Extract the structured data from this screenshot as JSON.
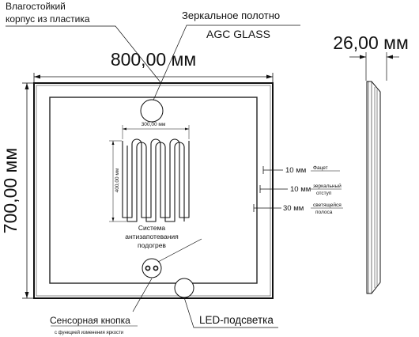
{
  "callouts": {
    "housing_line1": "Влагостойкий",
    "housing_line2": "корпус из пластика",
    "mirror_title": "Зеркальное  полотно",
    "mirror_glass": "AGC GLASS",
    "antifog_line1": "Система",
    "antifog_line2": "антизапотевания",
    "antifog_line3": "подогрев",
    "touch_button": "Сенсорная кнопка",
    "touch_button_sub": "с функцией изменения яркости",
    "led": "LED-подсветка"
  },
  "dimensions": {
    "width": "800,00 мм",
    "height": "700,00 мм",
    "depth": "26,00 мм",
    "heater_width": "300,00 мм",
    "heater_height": "400,00 мм"
  },
  "edge_details": [
    {
      "value": "10 мм",
      "label_line1": "Фацет",
      "label_line2": ""
    },
    {
      "value": "10 мм",
      "label_line1": "зеркальный",
      "label_line2": "отступ"
    },
    {
      "value": "30 мм",
      "label_line1": "светящейся",
      "label_line2": "полоса"
    }
  ]
}
